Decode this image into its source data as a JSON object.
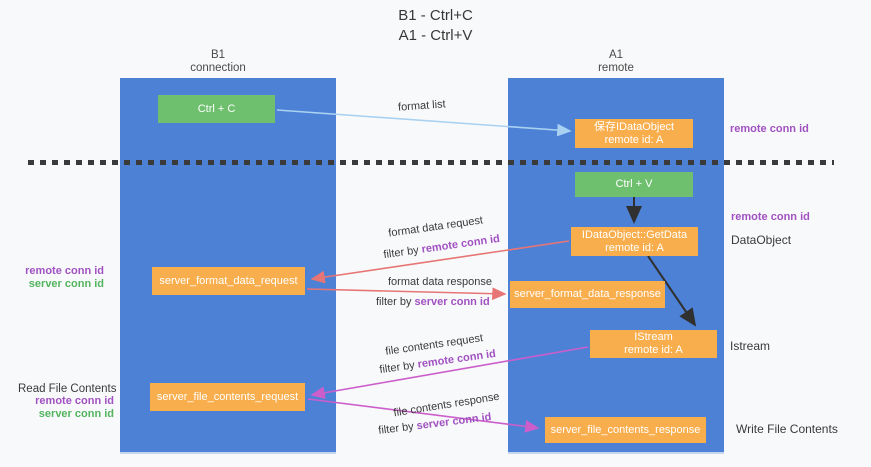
{
  "title": {
    "line1": "B1 - Ctrl+C",
    "line2": "A1 - Ctrl+V"
  },
  "lanes": {
    "left": {
      "header_line1": "B1",
      "header_line2": "connection"
    },
    "right": {
      "header_line1": "A1",
      "header_line2": "remote"
    }
  },
  "nodes": {
    "ctrl_c": "Ctrl + C",
    "ctrl_v": "Ctrl + V",
    "save_idataobject": {
      "line1": "保存IDataObject",
      "line2": "remote id: A"
    },
    "getdata": {
      "line1": "IDataObject::GetData",
      "line2": "remote id: A"
    },
    "istream": {
      "line1": "IStream",
      "line2": "remote id: A"
    },
    "server_format_data_request": "server_format_data_request",
    "server_format_data_response": "server_format_data_response",
    "server_file_contents_request": "server_file_contents_request",
    "server_file_contents_response": "server_file_contents_response"
  },
  "edge_labels": {
    "format_list": "format list",
    "format_data_request": "format data request",
    "format_data_response": "format data response",
    "file_contents_request": "file contents request",
    "file_contents_response": "file contents response",
    "filter_by": "filter by ",
    "remote_conn_id": "remote conn id",
    "server_conn_id": "server conn id"
  },
  "side_labels": {
    "remote_conn_id": "remote conn id",
    "server_conn_id": "server conn id",
    "dataobject": "DataObject",
    "istream": "Istream",
    "read_file_contents": "Read File Contents",
    "write_file_contents": "Write File Contents"
  },
  "colors": {
    "lane_blue": "#4d81d6",
    "node_green": "#6ec06f",
    "node_orange": "#f9ae4d",
    "arrow_light_blue": "#a9d2f2",
    "arrow_red": "#e87575",
    "arrow_magenta": "#cc5ecc",
    "arrow_black": "#303030",
    "label_purple": "#a152c2",
    "label_green": "#53b45f",
    "background": "#f8f9fa"
  }
}
